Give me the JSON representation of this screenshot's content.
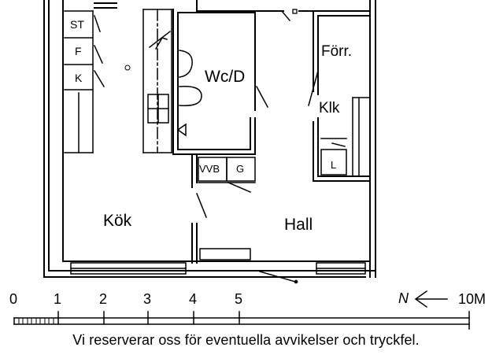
{
  "plan": {
    "rooms": {
      "kok": "Kök",
      "hall": "Hall",
      "wcd": "Wc/D",
      "forr": "Förr.",
      "klk": "Klk",
      "st": "ST",
      "f": "F",
      "k": "K",
      "vvb": "VVB",
      "g": "G",
      "l": "L"
    }
  },
  "scale": {
    "ticks": [
      "0",
      "1",
      "2",
      "3",
      "4",
      "5"
    ],
    "end_label": "10M",
    "north": "N"
  },
  "footer": {
    "disclaimer": "Vi reserverar oss för eventuella avvikelser och tryckfel."
  }
}
